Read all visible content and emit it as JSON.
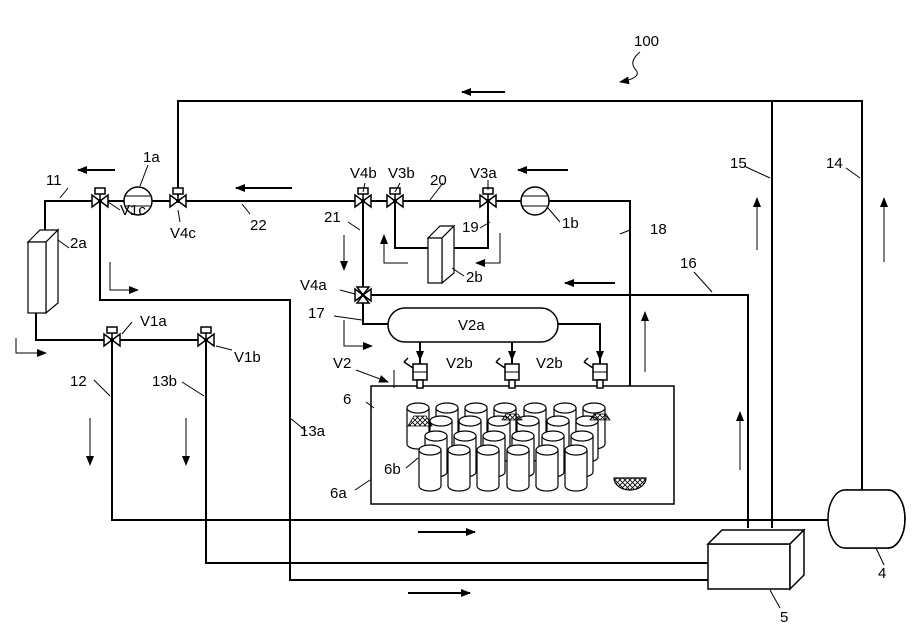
{
  "labels": {
    "ref_100": "100",
    "pump_1a": "1a",
    "pump_1b": "1b",
    "hx_2a": "2a",
    "hx_2b": "2b",
    "tank_4": "4",
    "box_5": "5",
    "container_6": "6",
    "container_6a": "6a",
    "pipe_6b": "6b",
    "pipe_11": "11",
    "pipe_12": "12",
    "pipe_13a": "13a",
    "pipe_13b": "13b",
    "pipe_14": "14",
    "pipe_15": "15",
    "pipe_16": "16",
    "pipe_17": "17",
    "pipe_18": "18",
    "pipe_19": "19",
    "pipe_20": "20",
    "pipe_21": "21",
    "pipe_22": "22",
    "valve_v1a": "V1a",
    "valve_v1b": "V1b",
    "valve_v1c": "V1c",
    "valve_v2": "V2",
    "valve_v2a": "V2a",
    "valve_v2b_1": "V2b",
    "valve_v2b_2": "V2b",
    "valve_v3a": "V3a",
    "valve_v3b": "V3b",
    "valve_v4a": "V4a",
    "valve_v4b": "V4b",
    "valve_v4c": "V4c"
  },
  "icons": [
    "pump-icon",
    "valve-icon",
    "heat-exchanger-icon",
    "tank-icon",
    "nozzle-icon",
    "flow-arrow-icon"
  ]
}
